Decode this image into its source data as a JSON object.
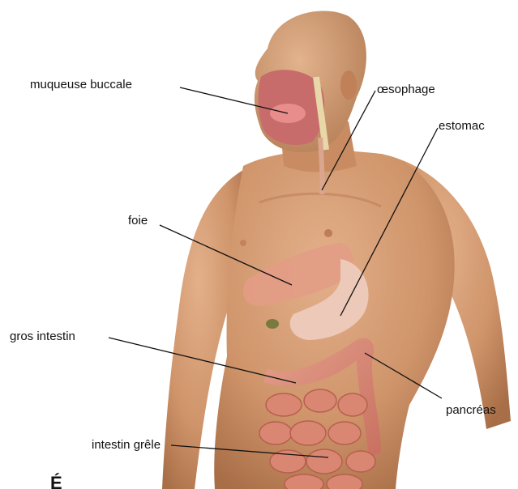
{
  "labels": {
    "oral_mucosa": "muqueuse buccale",
    "esophagus": "œsophage",
    "stomach": "estomac",
    "liver": "foie",
    "large_intestine": "gros intestin",
    "pancreas": "pancréas",
    "small_intestine": "intestin grêle"
  },
  "corner_text": "É",
  "colors": {
    "background": "#ffffff",
    "skin": "#d39a6e",
    "skin_shadow": "#b77a50",
    "organ_pink": "#e6a38f",
    "intestine": "#d98773",
    "stomach": "#e9c5b5",
    "leader_line": "#111111"
  }
}
